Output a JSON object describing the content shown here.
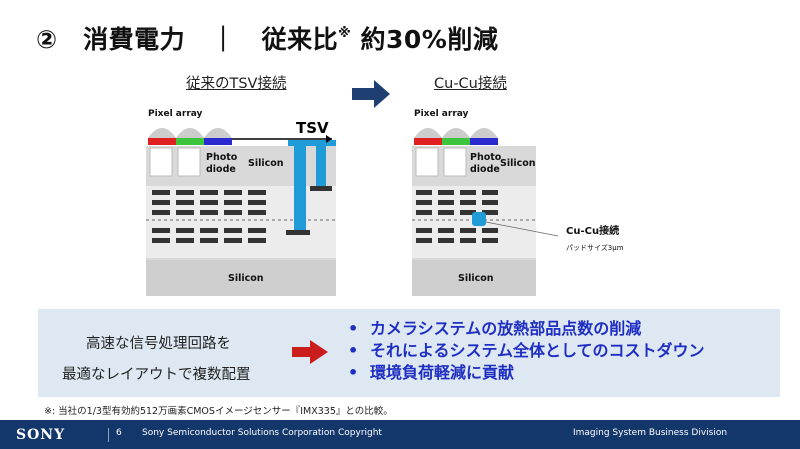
{
  "title": {
    "main": "②　消費電力　｜　従来比",
    "mark": "※",
    "tail": " 約30%削減"
  },
  "left_diagram": {
    "caption": "従来のTSV接続",
    "pixel_array": "Pixel array",
    "photo": "Photo",
    "diode": "diode",
    "silicon_top": "Silicon",
    "silicon_bottom": "Silicon",
    "tsv": "TSV"
  },
  "right_diagram": {
    "caption": "Cu-Cu接続",
    "pixel_array": "Pixel array",
    "photo": "Photo",
    "diode": "diode",
    "silicon_top": "Silicon",
    "silicon_bottom": "Silicon",
    "cu_label": "Cu-Cu接続",
    "pad_size": "パッドサイズ3μm"
  },
  "summary": {
    "left_line1": "高速な信号処理回路を",
    "left_line2": "最適なレイアウトで複数配置",
    "bullet_char": "•",
    "bullets": [
      "カメラシステムの放熱部品点数の削減",
      "それによるシステム全体としてのコストダウン",
      "環境負荷軽減に貢献"
    ]
  },
  "footnote": "※: 当社の1/3型有効約512万画素CMOSイメージセンサー『IMX335』との比較。",
  "footer": {
    "logo": "SONY",
    "page": "6",
    "copyright": "Sony Semiconductor Solutions Corporation Copyright",
    "division": "Imaging System Business Division"
  },
  "colors": {
    "accent_blue": "#1f2ec2",
    "footer_navy": "#14376b",
    "tsv_blue": "#1f9bd7",
    "arrow_red": "#cc1d1d",
    "arrow_navy": "#1f3f73",
    "filter_red": "#e02020",
    "filter_green": "#3cc43c",
    "filter_blue": "#2a2ad0"
  }
}
